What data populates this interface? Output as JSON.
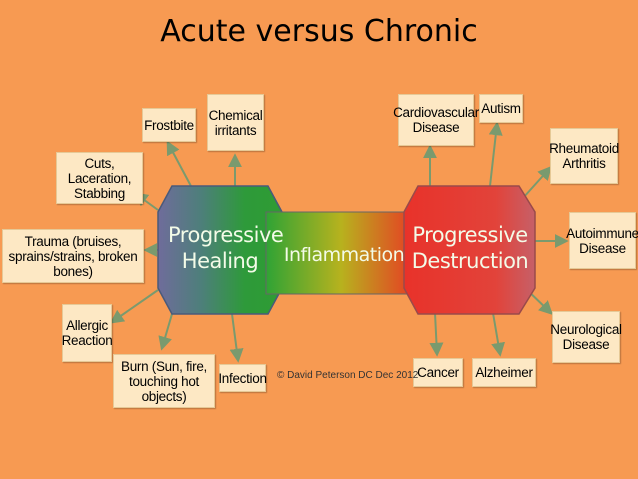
{
  "title": "Acute versus Chronic",
  "center": {
    "left_label": "Progressive\nHealing",
    "middle_label": "Inflammation",
    "right_label": "Progressive\nDestruction"
  },
  "acute_boxes": {
    "frostbite": "Frostbite",
    "chemical": "Chemical\nirritants",
    "cuts": "Cuts, Laceration,\nStabbing",
    "trauma": "Trauma (bruises,\nsprains/strains, broken bones)",
    "allergic": "Allergic\nReaction",
    "burn": "Burn (Sun, fire,\ntouching hot objects)",
    "infection": "Infection"
  },
  "chronic_boxes": {
    "cardio": "Cardiovascular\nDisease",
    "autism": "Autism",
    "rheumatoid": "Rheumatoid\nArthritis",
    "autoimmune": "Autoimmune\nDisease",
    "neuro": "Neurological\nDisease",
    "cancer": "Cancer",
    "alzheimer": "Alzheimer"
  },
  "copyright": "© David Peterson  DC Dec  2012",
  "colors": {
    "background": "#f79a52",
    "box_fill": "#fde8c4",
    "healing_green": "#2e9a3a",
    "healing_blue": "#5a6a9c",
    "destruction_red": "#e8322a",
    "arrow": "#7a9a6e"
  }
}
